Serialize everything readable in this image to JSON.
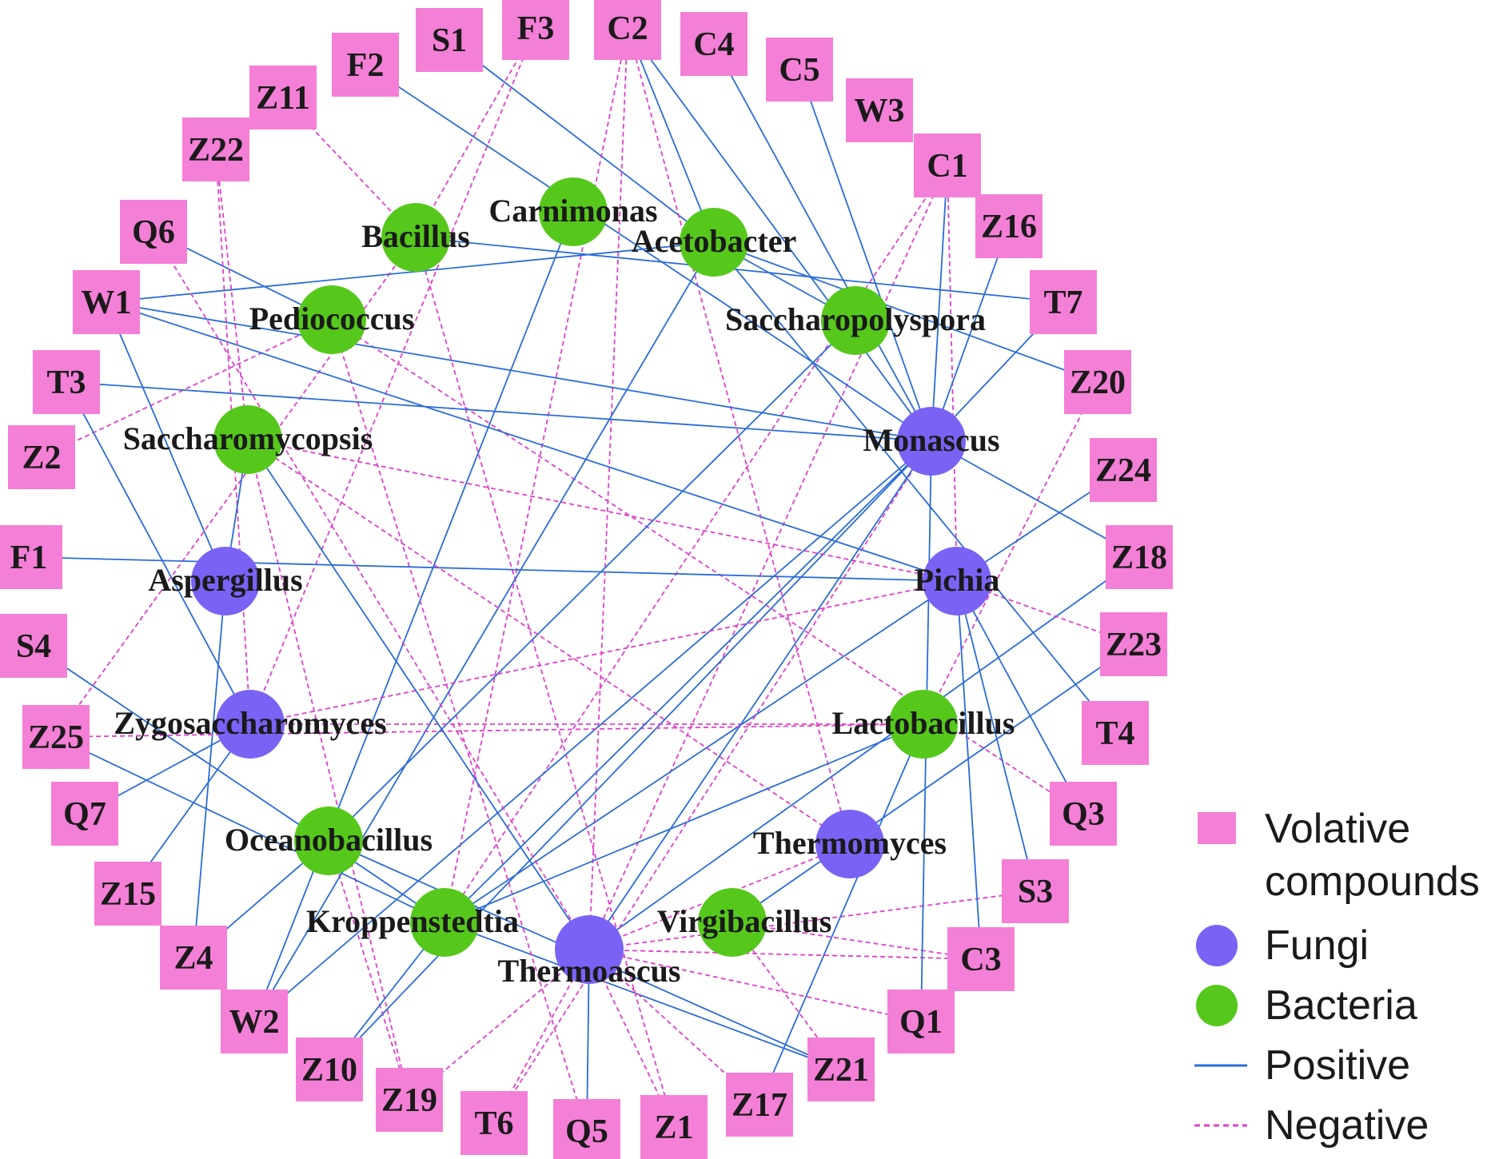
{
  "colors": {
    "volatile": "#f47fd6",
    "fungi": "#7a62f4",
    "bacteria": "#56c81c",
    "positive": "#2a6cd8",
    "negative": "#e040c8"
  },
  "compounds": [
    "S1",
    "F3",
    "C2",
    "C4",
    "C5",
    "W3",
    "C1",
    "Z16",
    "T7",
    "Z20",
    "Z24",
    "Z18",
    "Z23",
    "T4",
    "Q3",
    "S3",
    "C3",
    "Q1",
    "Z21",
    "Z17",
    "Z1",
    "Q5",
    "T6",
    "Z19",
    "Z10",
    "W2",
    "Z4",
    "Z15",
    "Q7",
    "Z25",
    "S4",
    "F1",
    "Z2",
    "T3",
    "W1",
    "Q6",
    "Z22",
    "Z11",
    "F2"
  ],
  "genera": [
    {
      "name": "Carnimonas",
      "kind": "bacteria"
    },
    {
      "name": "Bacillus",
      "kind": "bacteria"
    },
    {
      "name": "Acetobacter",
      "kind": "bacteria"
    },
    {
      "name": "Pediococcus",
      "kind": "bacteria"
    },
    {
      "name": "Saccharopolyspora",
      "kind": "bacteria"
    },
    {
      "name": "Saccharomycopsis",
      "kind": "bacteria"
    },
    {
      "name": "Monascus",
      "kind": "fungi"
    },
    {
      "name": "Aspergillus",
      "kind": "fungi"
    },
    {
      "name": "Pichia",
      "kind": "fungi"
    },
    {
      "name": "Zygosaccharomyces",
      "kind": "fungi"
    },
    {
      "name": "Lactobacillus",
      "kind": "bacteria"
    },
    {
      "name": "Thermomyces",
      "kind": "fungi"
    },
    {
      "name": "Oceanobacillus",
      "kind": "bacteria"
    },
    {
      "name": "Kroppenstedtia",
      "kind": "bacteria"
    },
    {
      "name": "Virgibacillus",
      "kind": "bacteria"
    },
    {
      "name": "Thermoascus",
      "kind": "fungi"
    }
  ],
  "edges": [
    [
      "S1",
      "Acetobacter",
      "pos"
    ],
    [
      "F3",
      "Bacillus",
      "neg"
    ],
    [
      "F3",
      "Zygosaccharomyces",
      "neg"
    ],
    [
      "C2",
      "Acetobacter",
      "pos"
    ],
    [
      "C2",
      "Monascus",
      "pos"
    ],
    [
      "C2",
      "Thermoascus",
      "neg"
    ],
    [
      "C2",
      "Kroppenstedtia",
      "neg"
    ],
    [
      "C2",
      "Thermomyces",
      "neg"
    ],
    [
      "C4",
      "Monascus",
      "pos"
    ],
    [
      "C5",
      "Monascus",
      "pos"
    ],
    [
      "C1",
      "Monascus",
      "pos"
    ],
    [
      "C1",
      "Pichia",
      "neg"
    ],
    [
      "C1",
      "Thermoascus",
      "neg"
    ],
    [
      "C1",
      "Kroppenstedtia",
      "neg"
    ],
    [
      "Z16",
      "Monascus",
      "pos"
    ],
    [
      "T7",
      "Monascus",
      "pos"
    ],
    [
      "T7",
      "Bacillus",
      "pos"
    ],
    [
      "Z20",
      "Lactobacillus",
      "neg"
    ],
    [
      "Z20",
      "Acetobacter",
      "pos"
    ],
    [
      "Z24",
      "Kroppenstedtia",
      "pos"
    ],
    [
      "Z18",
      "Monascus",
      "pos"
    ],
    [
      "Z18",
      "Thermoascus",
      "pos"
    ],
    [
      "Z23",
      "Pichia",
      "neg"
    ],
    [
      "Z23",
      "Virgibacillus",
      "pos"
    ],
    [
      "T4",
      "Acetobacter",
      "pos"
    ],
    [
      "Q3",
      "Pichia",
      "pos"
    ],
    [
      "Q3",
      "Pediococcus",
      "neg"
    ],
    [
      "S3",
      "Pichia",
      "pos"
    ],
    [
      "S3",
      "Thermoascus",
      "neg"
    ],
    [
      "C3",
      "Pichia",
      "pos"
    ],
    [
      "C3",
      "Virgibacillus",
      "neg"
    ],
    [
      "C3",
      "Thermoascus",
      "neg"
    ],
    [
      "Q1",
      "Monascus",
      "pos"
    ],
    [
      "Q1",
      "Thermoascus",
      "neg"
    ],
    [
      "Z21",
      "Oceanobacillus",
      "pos"
    ],
    [
      "Z21",
      "Kroppenstedtia",
      "pos"
    ],
    [
      "Z21",
      "Virgibacillus",
      "neg"
    ],
    [
      "Z17",
      "Lactobacillus",
      "pos"
    ],
    [
      "Z17",
      "Thermoascus",
      "neg"
    ],
    [
      "Z1",
      "Thermoascus",
      "neg"
    ],
    [
      "Z1",
      "Bacillus",
      "neg"
    ],
    [
      "Q5",
      "Thermoascus",
      "pos"
    ],
    [
      "Q5",
      "Pediococcus",
      "neg"
    ],
    [
      "T6",
      "Monascus",
      "neg"
    ],
    [
      "T6",
      "Thermoascus",
      "neg"
    ],
    [
      "Z19",
      "Oceanobacillus",
      "neg"
    ],
    [
      "Z19",
      "Thermoascus",
      "neg"
    ],
    [
      "Z19",
      "Saccharomycopsis",
      "neg"
    ],
    [
      "Z10",
      "Kroppenstedtia",
      "pos"
    ],
    [
      "Z10",
      "Monascus",
      "pos"
    ],
    [
      "W2",
      "Monascus",
      "pos"
    ],
    [
      "W2",
      "Acetobacter",
      "pos"
    ],
    [
      "W2",
      "Carnimonas",
      "pos"
    ],
    [
      "Z4",
      "Aspergillus",
      "pos"
    ],
    [
      "Z4",
      "Oceanobacillus",
      "pos"
    ],
    [
      "Z15",
      "Zygosaccharomyces",
      "pos"
    ],
    [
      "Q7",
      "Zygosaccharomyces",
      "pos"
    ],
    [
      "Z25",
      "Lactobacillus",
      "neg"
    ],
    [
      "Z25",
      "Bacillus",
      "neg"
    ],
    [
      "Z25",
      "Kroppenstedtia",
      "pos"
    ],
    [
      "S4",
      "Kroppenstedtia",
      "pos"
    ],
    [
      "F1",
      "Pichia",
      "pos"
    ],
    [
      "Z2",
      "Pediococcus",
      "neg"
    ],
    [
      "T3",
      "Monascus",
      "pos"
    ],
    [
      "T3",
      "Zygosaccharomyces",
      "pos"
    ],
    [
      "W1",
      "Monascus",
      "pos"
    ],
    [
      "W1",
      "Pichia",
      "pos"
    ],
    [
      "W1",
      "Aspergillus",
      "pos"
    ],
    [
      "W1",
      "Acetobacter",
      "pos"
    ],
    [
      "Q6",
      "Pediococcus",
      "pos"
    ],
    [
      "Q6",
      "Thermoascus",
      "neg"
    ],
    [
      "Z22",
      "Saccharomycopsis",
      "neg"
    ],
    [
      "Z22",
      "Zygosaccharomyces",
      "neg"
    ],
    [
      "Z11",
      "Bacillus",
      "neg"
    ],
    [
      "F2",
      "Monascus",
      "pos"
    ],
    [
      "Saccharopolyspora",
      "Oceanobacillus",
      "pos"
    ],
    [
      "Acetobacter",
      "Saccharopolyspora",
      "pos"
    ],
    [
      "Saccharomycopsis",
      "Pichia",
      "neg"
    ],
    [
      "Zygosaccharomyces",
      "Lactobacillus",
      "neg"
    ],
    [
      "Monascus",
      "Thermoascus",
      "pos"
    ],
    [
      "Monascus",
      "Kroppenstedtia",
      "pos"
    ],
    [
      "Pichia",
      "Zygosaccharomyces",
      "neg"
    ],
    [
      "Thermomyces",
      "Saccharomycopsis",
      "neg"
    ],
    [
      "Thermomyces",
      "Thermoascus",
      "neg"
    ],
    [
      "Lactobacillus",
      "Kroppenstedtia",
      "pos"
    ],
    [
      "Saccharomycopsis",
      "Thermoascus",
      "pos"
    ],
    [
      "Aspergillus",
      "Saccharomycopsis",
      "pos"
    ]
  ],
  "legend": [
    {
      "label": "Volative",
      "label2": "compounds"
    },
    {
      "label": "Fungi"
    },
    {
      "label": "Bacteria"
    },
    {
      "label": "Positive"
    },
    {
      "label": "Negative"
    }
  ]
}
